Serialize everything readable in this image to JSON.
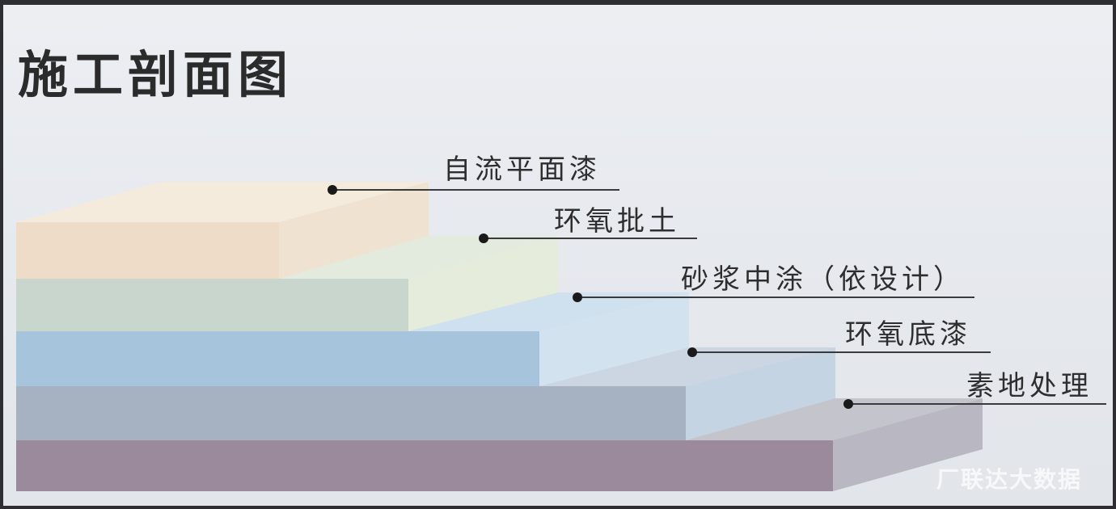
{
  "title": "施工剖面图",
  "layers": [
    {
      "label": "自流平面漆",
      "front_color": "#efdcc8",
      "top_color": "#f5ebdc"
    },
    {
      "label": "环氧批土",
      "front_color": "#c8d6cd",
      "top_color": "#e2ebde"
    },
    {
      "label": "砂浆中涂（依设计）",
      "front_color": "#a6c4dc",
      "top_color": "#cfe0ee"
    },
    {
      "label": "环氧底漆",
      "front_color": "#a6b2c2",
      "top_color": "#cbd6e2"
    },
    {
      "label": "素地处理",
      "front_color": "#9a8a9c",
      "top_color": "#c4c4cc"
    }
  ],
  "watermark": "厂联达大数据"
}
